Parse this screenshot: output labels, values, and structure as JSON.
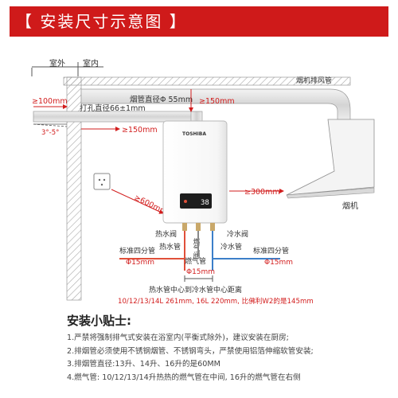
{
  "banner": {
    "title": "【 安装尺寸示意图 】"
  },
  "labels": {
    "outdoor": "室外",
    "indoor": "室内",
    "hood_exhaust": "烟机排风管",
    "flue_diameter": "烟管直径Φ 55mm",
    "dim_100": "≥100mm",
    "drill_diameter": "打孔直径66±1mm",
    "dim_150_top": "≥150mm",
    "slope": "3°-5°",
    "dim_150_side": "≥150mm",
    "dim_600": "≥600mm",
    "dim_300": "≥300mm",
    "hood": "烟机",
    "brand": "TOSHIBA",
    "display": "38",
    "hot_valve": "热水阀",
    "gas_valve": "燃气阀",
    "cold_valve": "冷水阀",
    "hot_pipe": "热水管",
    "cold_pipe": "冷水管",
    "std_left": "标准四分管",
    "phi_left": "Φ15mm",
    "std_right": "标准四分管",
    "phi_right": "Φ15mm",
    "gas_pipe": "燃气管",
    "phi_gas": "Φ15mm",
    "center_distance": "热水管中心到冷水管中心距离",
    "distance_values": "10/12/13/14L 261mm, 16L 220mm, 比佛利W2的是145mm"
  },
  "tips": {
    "title": "安装小贴士:",
    "items": [
      "1.严禁将强制排气式安装在浴室内(平衡式除外)，建议安装在厨房;",
      "2.排烟管必须使用不锈钢烟管、不锈钢弯头，严禁使用铝箔伸缩软管安装;",
      "3.排烟管直径:13升、14升、16升的是60MM",
      "4.燃气管: 10/12/13/14升热热的燃气管在中间, 16升的燃气管在右侧"
    ]
  },
  "colors": {
    "banner": "#cf1a1a",
    "dimension_red": "#d21d1d",
    "hot_pipe": "#e0503a",
    "cold_pipe": "#3c7fc9"
  }
}
